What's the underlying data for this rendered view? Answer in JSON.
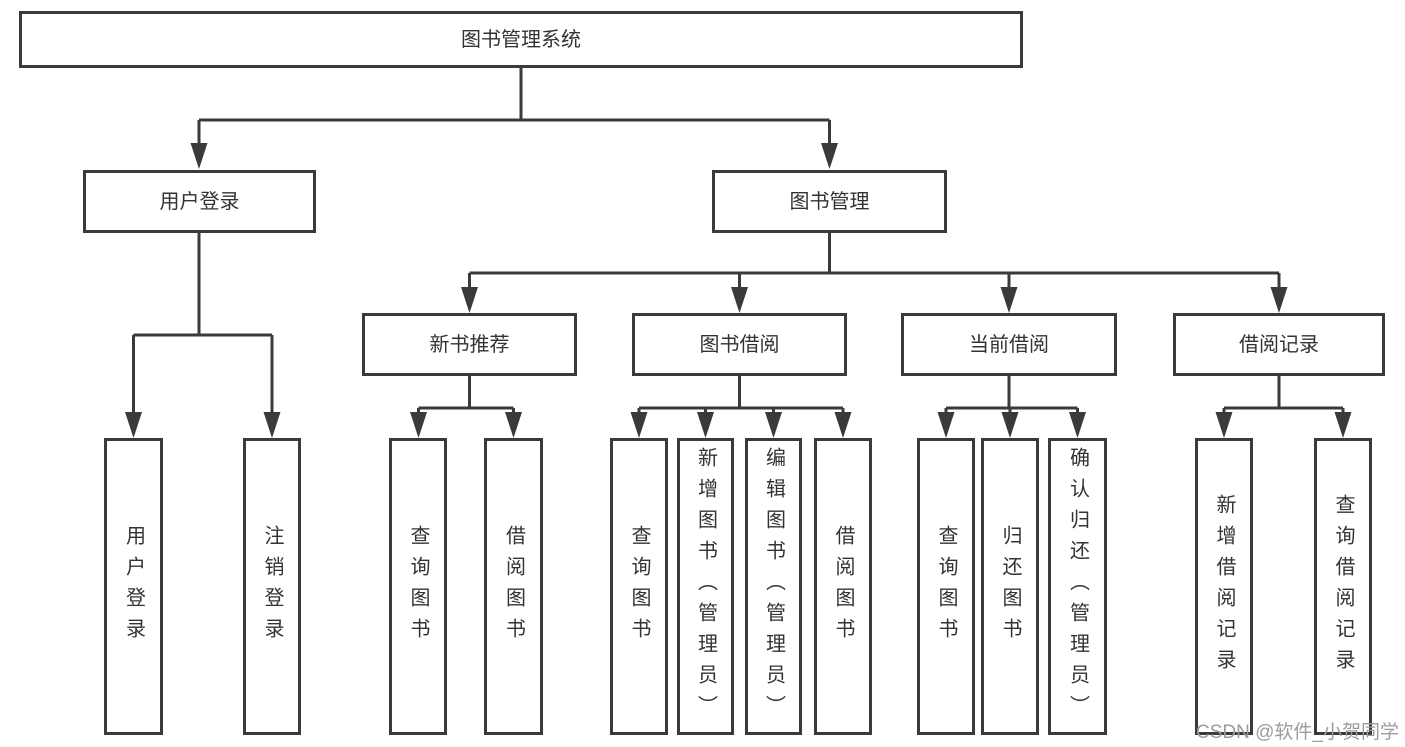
{
  "title": "图书管理系统",
  "watermark": "CSDN @软件_小贺同学",
  "colors": {
    "line": "#3a3a3a",
    "text": "#333333",
    "watermark": "#9c9c9c",
    "background": "#ffffff"
  },
  "tree": {
    "root": {
      "label": "图书管理系统",
      "children": [
        {
          "label": "用户登录",
          "children": [
            {
              "label": "用户登录"
            },
            {
              "label": "注销登录"
            }
          ]
        },
        {
          "label": "图书管理",
          "children": [
            {
              "label": "新书推荐",
              "children": [
                {
                  "label": "查询图书"
                },
                {
                  "label": "借阅图书"
                }
              ]
            },
            {
              "label": "图书借阅",
              "children": [
                {
                  "label": "查询图书"
                },
                {
                  "label": "新增图书（管理员）"
                },
                {
                  "label": "编辑图书（管理员）"
                },
                {
                  "label": "借阅图书"
                }
              ]
            },
            {
              "label": "当前借阅",
              "children": [
                {
                  "label": "查询图书"
                },
                {
                  "label": "归还图书"
                },
                {
                  "label": "确认归还（管理员）"
                }
              ]
            },
            {
              "label": "借阅记录",
              "children": [
                {
                  "label": "新增借阅记录"
                },
                {
                  "label": "查询借阅记录"
                }
              ]
            }
          ]
        }
      ]
    }
  }
}
